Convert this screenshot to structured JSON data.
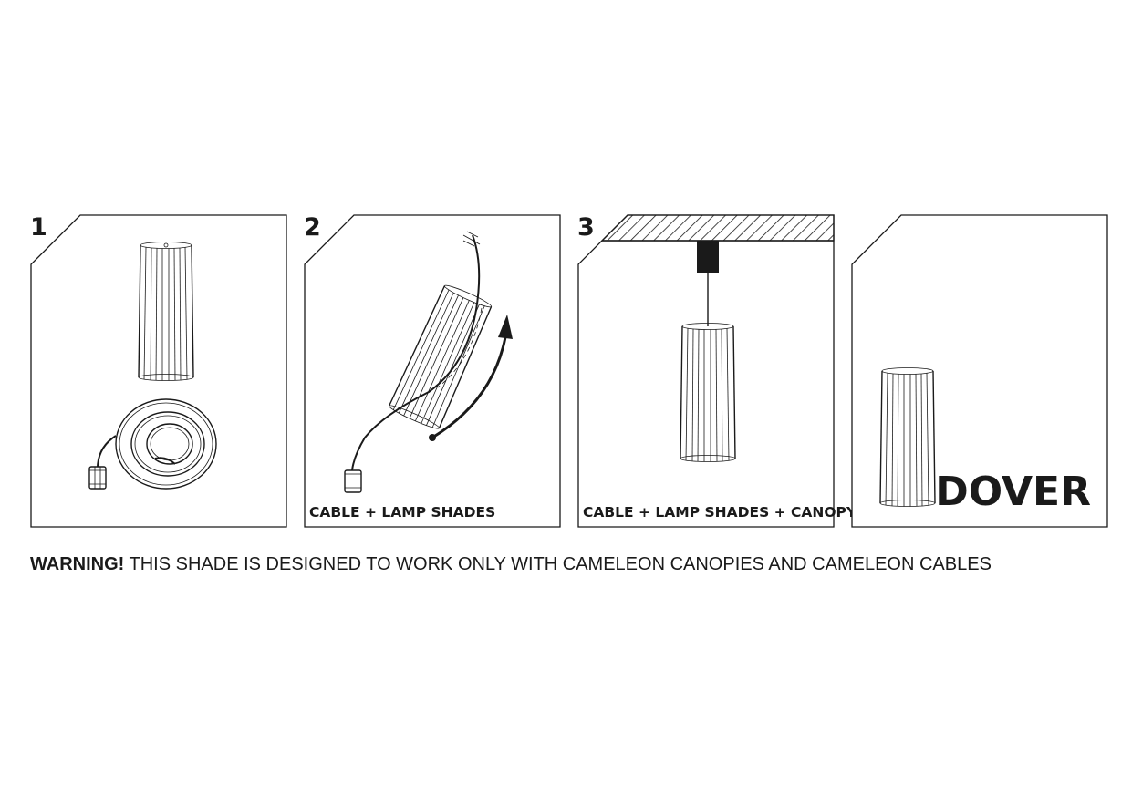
{
  "steps": [
    {
      "number": "1",
      "caption": ""
    },
    {
      "number": "2",
      "caption": "CABLE + LAMP SHADES"
    },
    {
      "number": "3",
      "caption": "CABLE + LAMP SHADES + CANOPY"
    },
    {
      "number": "",
      "caption": ""
    }
  ],
  "product_name": "DOVER",
  "warning": {
    "label": "WARNING!",
    "text": " THIS SHADE IS DESIGNED TO WORK ONLY WITH CAMELEON CANOPIES AND CAMELEON CABLES"
  },
  "colors": {
    "ink": "#1a1a1a",
    "canopy": "#1a1a1a",
    "background": "#ffffff"
  }
}
